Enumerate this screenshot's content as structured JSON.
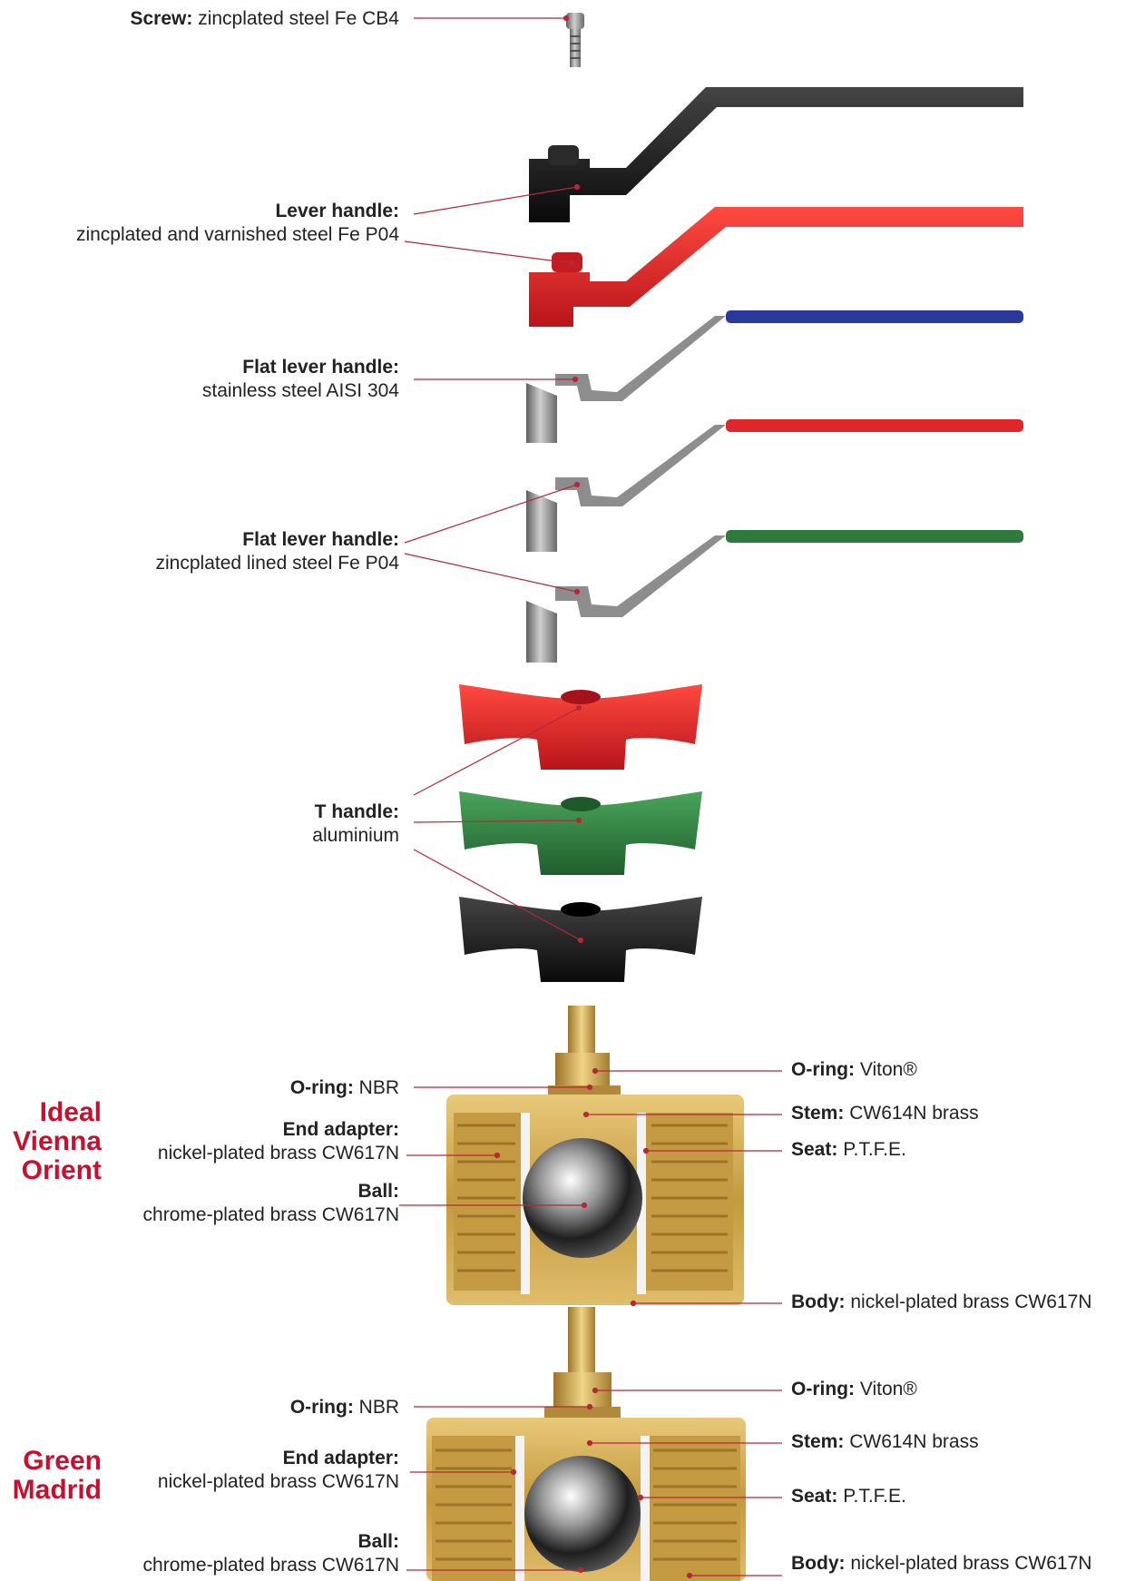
{
  "colors": {
    "leader_line": "#b5283a",
    "model_title": "#c8102e",
    "brass": "#c9a14a",
    "black_handle": "#1a1a1a",
    "red_handle": "#e0262a",
    "blue_grip": "#2a3a9c",
    "green_grip": "#2e7a3c",
    "steel": "#8d8d8d"
  },
  "labels": {
    "screw": {
      "part": "Screw:",
      "material": "zincplated steel Fe CB4"
    },
    "lever": {
      "part": "Lever handle:",
      "material": "zincplated and varnished steel Fe P04"
    },
    "flat_ss": {
      "part": "Flat lever handle:",
      "material": "stainless steel AISI 304"
    },
    "flat_zinc": {
      "part": "Flat lever handle:",
      "material": "zincplated lined steel Fe P04"
    },
    "t_handle": {
      "part": "T handle:",
      "material": "aluminium"
    }
  },
  "valve1": {
    "model": [
      "Ideal",
      "Vienna",
      "Orient"
    ],
    "left": {
      "oring": {
        "part": "O-ring:",
        "material": "NBR"
      },
      "end_adapter": {
        "part": "End adapter:",
        "material": "nickel-plated brass CW617N"
      },
      "ball": {
        "part": "Ball:",
        "material": "chrome-plated brass CW617N"
      }
    },
    "right": {
      "oring": {
        "part": "O-ring:",
        "material": "Viton®"
      },
      "stem": {
        "part": "Stem:",
        "material": "CW614N brass"
      },
      "seat": {
        "part": "Seat:",
        "material": "P.T.F.E."
      },
      "body": {
        "part": "Body:",
        "material": "nickel-plated brass CW617N"
      }
    }
  },
  "valve2": {
    "model": [
      "Green",
      "Madrid"
    ],
    "left": {
      "oring": {
        "part": "O-ring:",
        "material": "NBR"
      },
      "end_adapter": {
        "part": "End adapter:",
        "material": "nickel-plated brass CW617N"
      },
      "ball": {
        "part": "Ball:",
        "material": "chrome-plated brass CW617N"
      }
    },
    "right": {
      "oring": {
        "part": "O-ring:",
        "material": "Viton®"
      },
      "stem": {
        "part": "Stem:",
        "material": "CW614N brass"
      },
      "seat": {
        "part": "Seat:",
        "material": "P.T.F.E."
      },
      "body": {
        "part": "Body:",
        "material": "nickel-plated brass CW617N"
      }
    }
  }
}
